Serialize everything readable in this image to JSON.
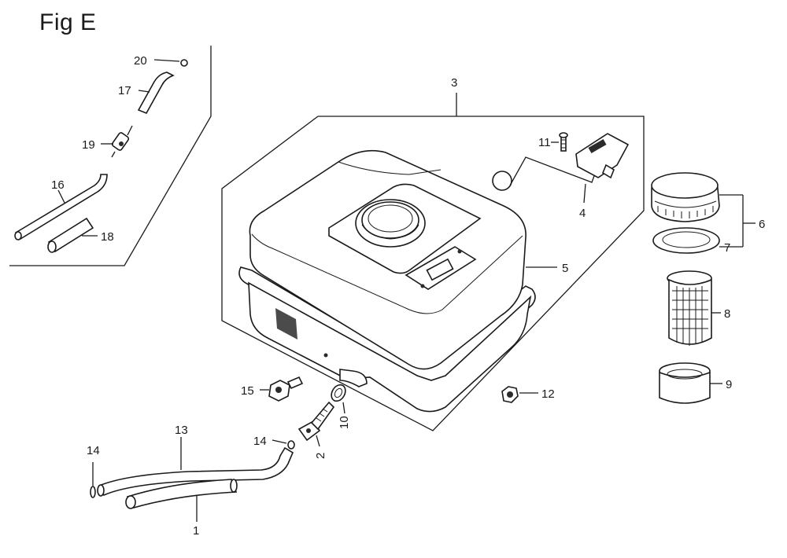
{
  "figure": {
    "title": "Fig E"
  },
  "callouts": {
    "c1": "1",
    "c2": "2",
    "c3": "3",
    "c4": "4",
    "c5": "5",
    "c6": "6",
    "c7": "7",
    "c8": "8",
    "c9": "9",
    "c10": "10",
    "c11": "11",
    "c12": "12",
    "c13": "13",
    "c14a": "14",
    "c14b": "14",
    "c15": "15",
    "c16": "16",
    "c17": "17",
    "c18": "18",
    "c19": "19",
    "c20": "20"
  },
  "parts": [
    {
      "ref": "1",
      "part": "fuel-tube-short"
    },
    {
      "ref": "2",
      "part": "fuel-cock"
    },
    {
      "ref": "3",
      "part": "fuel-tank-assembly"
    },
    {
      "ref": "4",
      "part": "fuel-gauge"
    },
    {
      "ref": "5",
      "part": "fuel-tank"
    },
    {
      "ref": "6",
      "part": "fuel-filler-cap"
    },
    {
      "ref": "7",
      "part": "cap-gasket"
    },
    {
      "ref": "8",
      "part": "fuel-strainer"
    },
    {
      "ref": "9",
      "part": "strainer-collar"
    },
    {
      "ref": "10",
      "part": "washer"
    },
    {
      "ref": "11",
      "part": "screw"
    },
    {
      "ref": "12",
      "part": "flange-nut"
    },
    {
      "ref": "13",
      "part": "fuel-tube-long"
    },
    {
      "ref": "14",
      "part": "tube-clip"
    },
    {
      "ref": "15",
      "part": "drain-bolt"
    },
    {
      "ref": "16",
      "part": "breather-tube"
    },
    {
      "ref": "17",
      "part": "elbow-tube"
    },
    {
      "ref": "18",
      "part": "tube-section"
    },
    {
      "ref": "19",
      "part": "inline-filter"
    },
    {
      "ref": "20",
      "part": "clip"
    }
  ]
}
